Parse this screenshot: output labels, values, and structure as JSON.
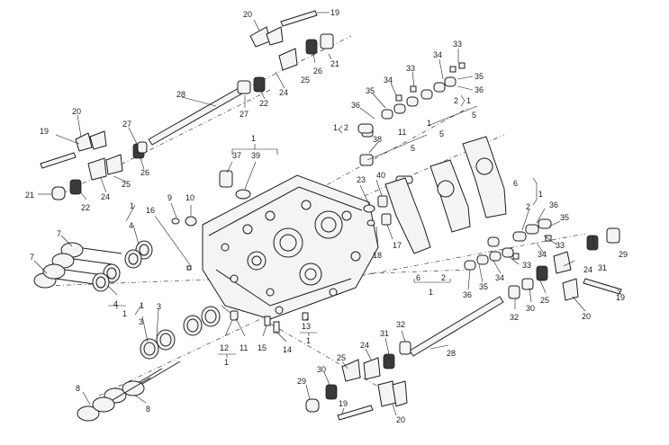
{
  "callouts": [
    {
      "id": "c19a",
      "text": "19"
    },
    {
      "id": "c20a",
      "text": "20"
    },
    {
      "id": "c21a",
      "text": "21"
    },
    {
      "id": "c26a",
      "text": "26"
    },
    {
      "id": "c25a",
      "text": "25"
    },
    {
      "id": "c24a",
      "text": "24"
    },
    {
      "id": "c22a",
      "text": "22"
    },
    {
      "id": "c27a",
      "text": "27"
    },
    {
      "id": "c28a",
      "text": "28"
    },
    {
      "id": "c33a",
      "text": "33"
    },
    {
      "id": "c34a",
      "text": "34"
    },
    {
      "id": "c35a",
      "text": "35"
    },
    {
      "id": "c36a",
      "text": "36"
    },
    {
      "id": "c33b",
      "text": "33"
    },
    {
      "id": "c34b",
      "text": "34"
    },
    {
      "id": "c35b",
      "text": "35"
    },
    {
      "id": "c36b",
      "text": "36"
    },
    {
      "id": "c2a",
      "text": "2"
    },
    {
      "id": "c1a",
      "text": "1"
    },
    {
      "id": "c1b",
      "text": "1"
    },
    {
      "id": "c2b",
      "text": "2"
    },
    {
      "id": "c20b",
      "text": "20"
    },
    {
      "id": "c19b",
      "text": "19"
    },
    {
      "id": "c27b",
      "text": "27"
    },
    {
      "id": "c26b",
      "text": "26"
    },
    {
      "id": "c25b",
      "text": "25"
    },
    {
      "id": "c24b",
      "text": "24"
    },
    {
      "id": "c21b",
      "text": "21"
    },
    {
      "id": "c22b",
      "text": "22"
    },
    {
      "id": "c1c",
      "text": "1"
    },
    {
      "id": "c37",
      "text": "37"
    },
    {
      "id": "c39",
      "text": "39"
    },
    {
      "id": "c38",
      "text": "38"
    },
    {
      "id": "c11a",
      "text": "11"
    },
    {
      "id": "c1d",
      "text": "1"
    },
    {
      "id": "c5a",
      "text": "5"
    },
    {
      "id": "c5b",
      "text": "5"
    },
    {
      "id": "c5c",
      "text": "5"
    },
    {
      "id": "c40",
      "text": "40"
    },
    {
      "id": "c23",
      "text": "23"
    },
    {
      "id": "c9",
      "text": "9"
    },
    {
      "id": "c10",
      "text": "10"
    },
    {
      "id": "c16",
      "text": "16"
    },
    {
      "id": "c1e",
      "text": "1"
    },
    {
      "id": "c4a",
      "text": "4"
    },
    {
      "id": "c7a",
      "text": "7"
    },
    {
      "id": "c7b",
      "text": "7"
    },
    {
      "id": "c6a",
      "text": "6"
    },
    {
      "id": "c1f",
      "text": "1"
    },
    {
      "id": "c2c",
      "text": "2"
    },
    {
      "id": "c36c",
      "text": "36"
    },
    {
      "id": "c35c",
      "text": "35"
    },
    {
      "id": "c33c",
      "text": "33"
    },
    {
      "id": "c29a",
      "text": "29"
    },
    {
      "id": "c34c",
      "text": "34"
    },
    {
      "id": "c31a",
      "text": "31"
    },
    {
      "id": "c24c",
      "text": "24"
    },
    {
      "id": "c18",
      "text": "18"
    },
    {
      "id": "c17",
      "text": "17"
    },
    {
      "id": "c6b",
      "text": "6"
    },
    {
      "id": "c2d",
      "text": "2"
    },
    {
      "id": "c1g",
      "text": "1"
    },
    {
      "id": "c33d",
      "text": "33"
    },
    {
      "id": "c34d",
      "text": "34"
    },
    {
      "id": "c35d",
      "text": "35"
    },
    {
      "id": "c36d",
      "text": "36"
    },
    {
      "id": "c32a",
      "text": "32"
    },
    {
      "id": "c30a",
      "text": "30"
    },
    {
      "id": "c25c",
      "text": "25"
    },
    {
      "id": "c20c",
      "text": "20"
    },
    {
      "id": "c19c",
      "text": "19"
    },
    {
      "id": "c4b",
      "text": "4"
    },
    {
      "id": "c1h",
      "text": "1"
    },
    {
      "id": "c1i",
      "text": "1"
    },
    {
      "id": "c3a",
      "text": "3"
    },
    {
      "id": "c3b",
      "text": "3"
    },
    {
      "id": "c12",
      "text": "12"
    },
    {
      "id": "c1j",
      "text": "1"
    },
    {
      "id": "c11b",
      "text": "11"
    },
    {
      "id": "c15",
      "text": "15"
    },
    {
      "id": "c14",
      "text": "14"
    },
    {
      "id": "c13",
      "text": "13"
    },
    {
      "id": "c1k",
      "text": "1"
    },
    {
      "id": "c32b",
      "text": "32"
    },
    {
      "id": "c28b",
      "text": "28"
    },
    {
      "id": "c31b",
      "text": "31"
    },
    {
      "id": "c24d",
      "text": "24"
    },
    {
      "id": "c25d",
      "text": "25"
    },
    {
      "id": "c30b",
      "text": "30"
    },
    {
      "id": "c29b",
      "text": "29"
    },
    {
      "id": "c19d",
      "text": "19"
    },
    {
      "id": "c20d",
      "text": "20"
    },
    {
      "id": "c8a",
      "text": "8"
    },
    {
      "id": "c8b",
      "text": "8"
    }
  ]
}
